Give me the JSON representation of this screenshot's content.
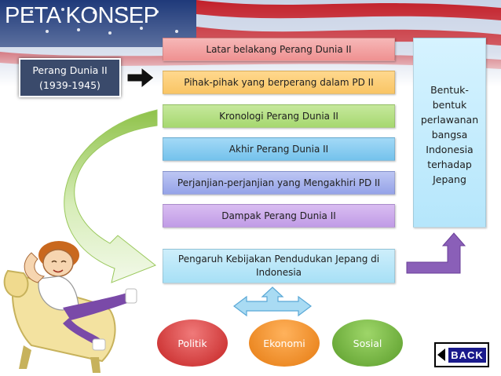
{
  "title": "PETA KONSEP",
  "source_box": {
    "label": "Perang Dunia II\n(1939-1945)"
  },
  "concept_boxes": [
    "Latar belakang Perang Dunia II",
    "Pihak-pihak yang berperang dalam PD II",
    "Kronologi Perang Dunia II",
    "Akhir Perang Dunia II",
    "Perjanjian-perjanjian yang Mengakhiri PD II",
    "Dampak Perang Dunia II",
    "Pengaruh Kebijakan Pendudukan Jepang di Indonesia"
  ],
  "right_box": {
    "label": "Bentuk-\nbentuk\nperlawanan\nbangsa\nIndonesia\nterhadap\nJepang"
  },
  "aspects": [
    "Politik",
    "Ekonomi",
    "Sosial"
  ],
  "back_button": {
    "label": "BACK",
    "icon": "back-arrow-icon"
  },
  "colors": {
    "title": "#ffffff",
    "oval_politik": "#c42222",
    "oval_ekonomi": "#e57a10",
    "oval_sosial": "#5a9c2a"
  }
}
